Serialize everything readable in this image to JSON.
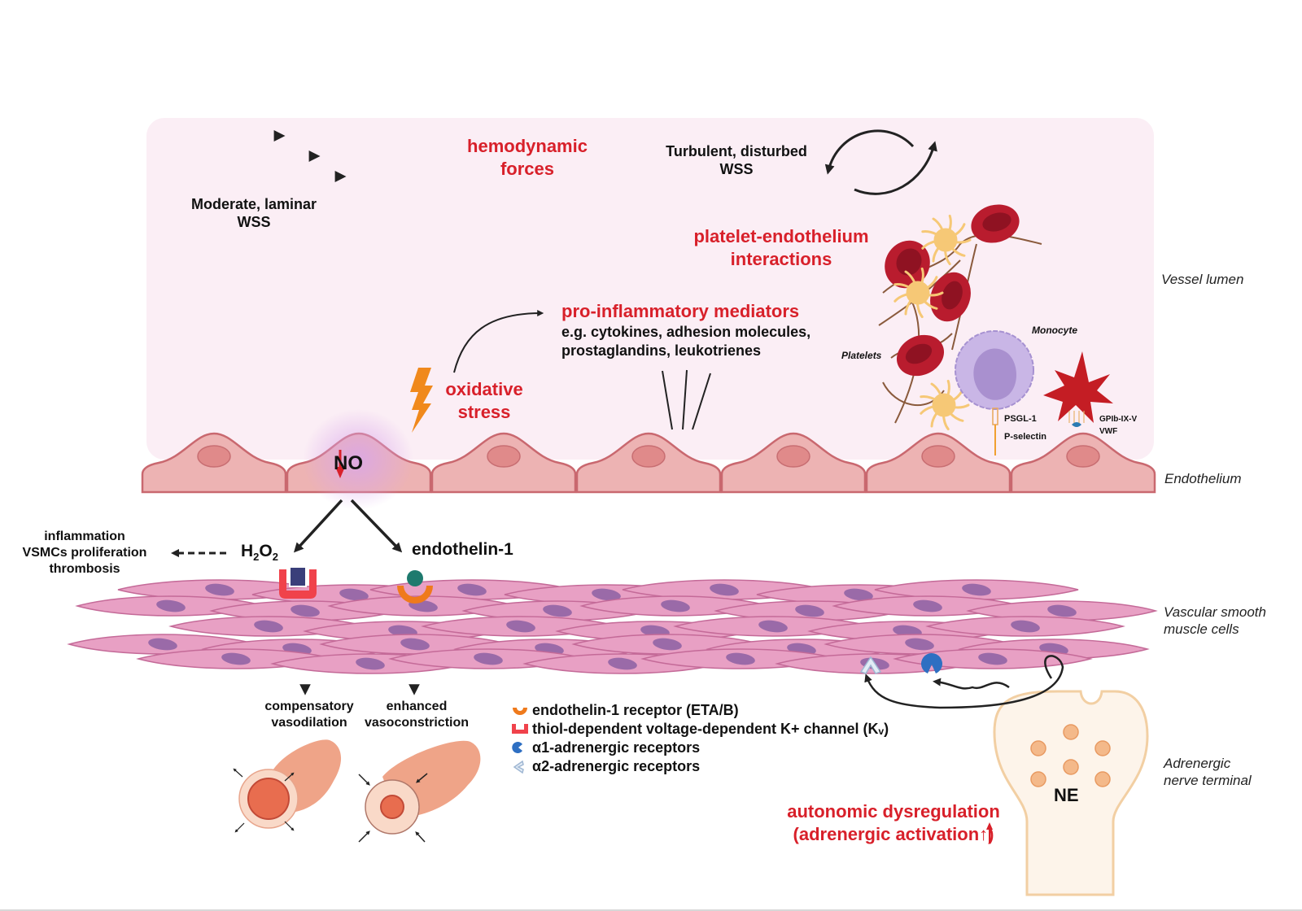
{
  "figure": {
    "colors": {
      "red_text": "#d8202a",
      "lumen_bg": "#fbeef5",
      "endothelium_fill": "#edb3b3",
      "endothelium_stroke": "#c9686f",
      "vsmc_fill": "#e8a0c4",
      "vsmc_nucleus": "#9a6aa8",
      "nerve_fill": "#fdf4ea",
      "nerve_stroke": "#f2cfa3",
      "vesicle": "#f4b98a"
    },
    "labels": {
      "laminar": [
        "Moderate, laminar",
        "WSS"
      ],
      "hemodynamic": [
        "hemodynamic",
        "forces"
      ],
      "turbulent": [
        "Turbulent, disturbed",
        "WSS"
      ],
      "platelet_endothelium": [
        "platelet-endothelium",
        "interactions"
      ],
      "proinflammatory_title": "pro-inflammatory mediators",
      "proinflammatory_examples": [
        "e.g. cytokines, adhesion molecules,",
        "prostaglandins, leukotrienes"
      ],
      "oxidative": [
        "oxidative",
        "stress"
      ],
      "platelets": "Platelets",
      "monocyte": "Monocyte",
      "psgl1": "PSGL-1",
      "pselectin": "P-selectin",
      "gpib": "GPIb-IX-V",
      "vwf": "VWF",
      "no": "NO",
      "h2o2_base": "H",
      "h2o2_sub1": "2",
      "h2o2_mid": "O",
      "h2o2_sub2": "2",
      "endothelin": "endothelin-1",
      "consequences": [
        "inflammation",
        "VSMCs proliferation",
        "thrombosis"
      ],
      "vasodilation": [
        "compensatory",
        "vasodilation"
      ],
      "vasoconstriction": [
        "enhanced",
        "vasoconstriction"
      ],
      "autonomic": [
        "autonomic dysregulation",
        "(adrenergic activation↑)"
      ],
      "ne": "NE"
    },
    "side_labels": {
      "vessel_lumen": "Vessel lumen",
      "endothelium": "Endothelium",
      "vsmc": [
        "Vascular smooth",
        "muscle cells"
      ],
      "nerve": [
        "Adrenergic",
        "nerve terminal"
      ]
    },
    "legend": [
      {
        "icon": "endothelin-receptor-icon",
        "label": "endothelin-1 receptor (ETA/B)"
      },
      {
        "icon": "k-channel-icon",
        "label": "thiol-dependent voltage-dependent K+ channel (Kᵥ)"
      },
      {
        "icon": "alpha1-receptor-icon",
        "label": "α1-adrenergic receptors"
      },
      {
        "icon": "alpha2-receptor-icon",
        "label": "α2-adrenergic receptors"
      }
    ]
  }
}
